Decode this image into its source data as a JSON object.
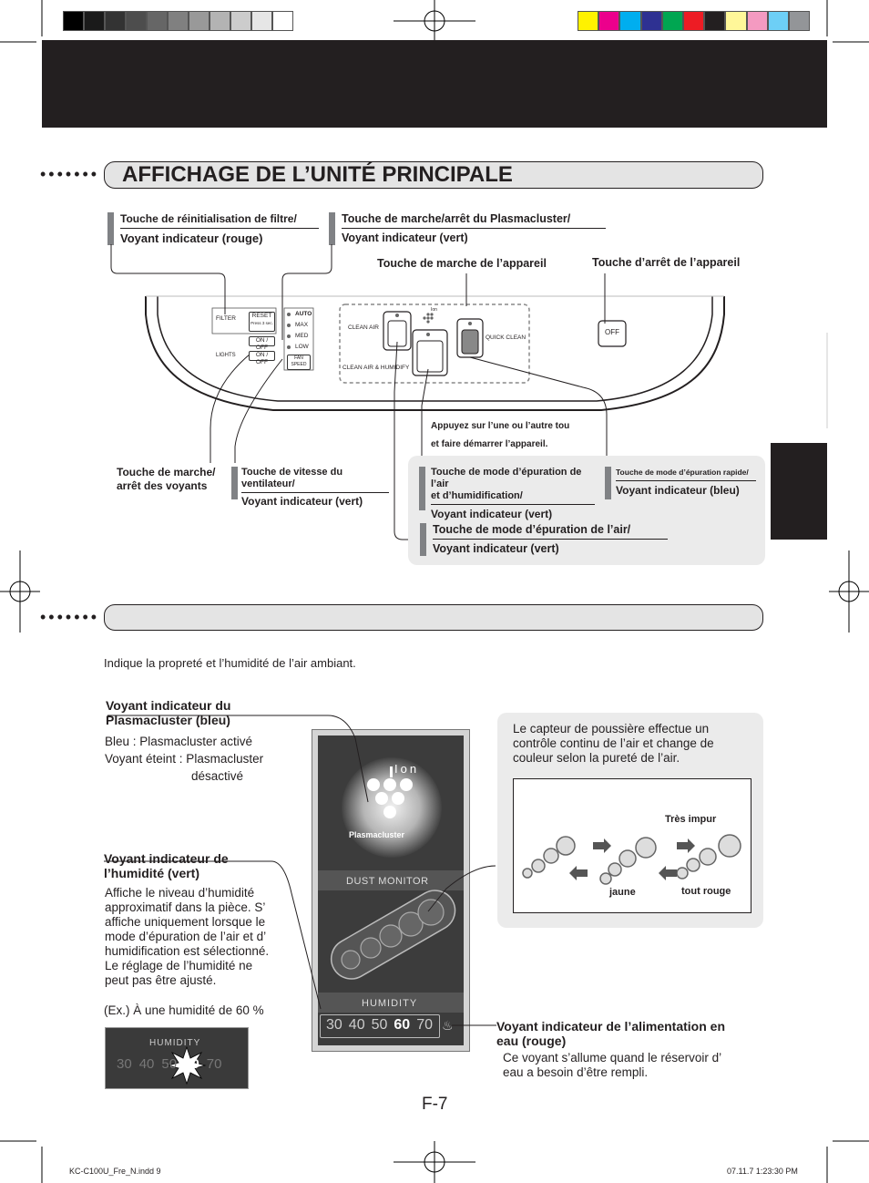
{
  "print_bar": {
    "grays": [
      "#000000",
      "#1a1a1a",
      "#333333",
      "#4d4d4d",
      "#666666",
      "#808080",
      "#999999",
      "#b3b3b3",
      "#cccccc",
      "#e6e6e6",
      "#ffffff"
    ],
    "colors": [
      "#fff200",
      "#ec008c",
      "#00aeef",
      "#2e3192",
      "#00a651",
      "#ed1c24",
      "#231f20",
      "#fff799",
      "#f49ac1",
      "#6dcff6",
      "#939598"
    ]
  },
  "section1": {
    "title": "AFFICHAGE DE L’UNITÉ PRINCIPALE"
  },
  "labels": {
    "filter_reset": {
      "line1": "Touche de réinitialisation de filtre/",
      "line2": "Voyant indicateur (rouge)"
    },
    "plasmacluster_onoff": {
      "line1": "Touche de marche/arrêt du Plasmacluster/",
      "line2": "Voyant indicateur (vert)"
    },
    "power_on": "Touche de marche de l’appareil",
    "power_off": "Touche d’arrêt de l’appareil",
    "lights_onoff": {
      "line1": "Touche de marche/",
      "line2": "arrêt des voyants"
    },
    "fan_speed": {
      "line1": "Touche de vitesse du ventilateur/",
      "line2": "Voyant indicateur (vert)"
    },
    "press_either": {
      "line1": "Appuyez sur l’une ou l’autre tou",
      "line2": "et faire démarrer l’appareil."
    },
    "clean_humidify": {
      "line1": "Touche de mode d’épuration de l’air",
      "line2": "et d’humidification/",
      "line3": "Voyant indicateur (vert)"
    },
    "quick_clean": {
      "line1": "Touche de mode d’épuration rapide/",
      "line2": "Voyant indicateur (bleu)"
    },
    "clean_air": {
      "line1": "Touche de mode d’épuration de l’air/",
      "line2": "Voyant indicateur (vert)"
    }
  },
  "panel": {
    "filter": "FILTER",
    "reset": "RESET",
    "press3": "Press 3 sec.",
    "on_off": "ON / OFF",
    "lights": "LIGHTS",
    "auto": "AUTO",
    "max": "MAX",
    "med": "MED",
    "low": "LOW",
    "fan_speed": "FAN SPEED",
    "clean_air": "CLEAN AIR",
    "clean_air_humidify": "CLEAN AIR & HUMIDIFY",
    "quick_clean": "QUICK CLEAN",
    "off": "OFF",
    "ion": "Ion"
  },
  "section2": {
    "intro": "Indique la propreté et l’humidité de l’air ambiant.",
    "plasma_label": {
      "line1": "Voyant indicateur du",
      "line2": "Plasmacluster (bleu)"
    },
    "plasma_desc": {
      "line1": "Bleu : Plasmacluster activé",
      "line2": "Voyant éteint : Plasmacluster",
      "line3": "désactivé"
    },
    "humidity_label": {
      "line1": "Voyant indicateur de",
      "line2": "l’humidité (vert)"
    },
    "humidity_desc": [
      "Affiche le niveau d’humidité",
      "approximatif dans la pièce. S’",
      "affiche uniquement lorsque le",
      "mode d’épuration de l’air et d’",
      "humidification est sélectionné.",
      "Le réglage de l’humidité ne",
      "peut pas être ajusté."
    ],
    "example": "(Ex.) À une humidité de 60 %",
    "water_label": {
      "line1": "Voyant indicateur de l’alimentation en",
      "line2": "eau (rouge)"
    },
    "water_desc": {
      "line1": "Ce voyant s’allume quand le réservoir d’",
      "line2": "eau a besoin d’être rempli."
    },
    "dust_desc": {
      "line1": "Le capteur de poussière effectue un",
      "line2": "contrôle continu de l’air et change de",
      "line3": "couleur selon la pureté de l’air."
    },
    "tres_impur": "Très impur",
    "jaune": "jaune",
    "tout_rouge": "tout rouge"
  },
  "display": {
    "ion": "Ion",
    "plasmacluster": "Plasmacluster",
    "dust_monitor": "DUST MONITOR",
    "humidity": "HUMIDITY",
    "scale": [
      "30",
      "40",
      "50",
      "60",
      "70"
    ],
    "example_scale": [
      "30",
      "40",
      "50",
      "60",
      "70"
    ]
  },
  "page_number": "F-7",
  "footer": {
    "left": "KC-C100U_Fre_N.indd   9",
    "right": "07.11.7   1:23:30 PM"
  }
}
